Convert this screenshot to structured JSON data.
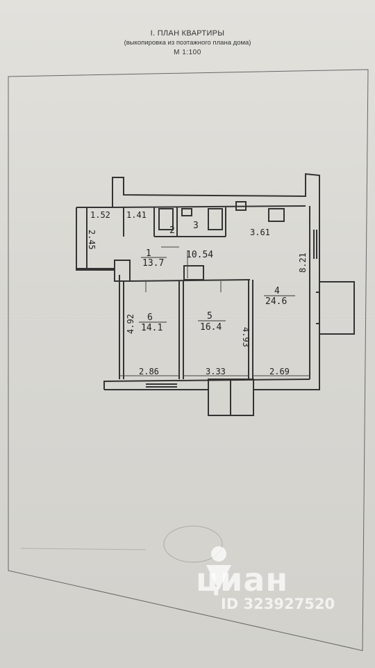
{
  "document": {
    "title": "I. ПЛАН КВАРТИРЫ",
    "subtitle": "(выкопировка из поэтажного плана дома)",
    "scale": "М 1:100"
  },
  "rooms": [
    {
      "number": "1",
      "area": "13.7"
    },
    {
      "number": "2",
      "area": ""
    },
    {
      "number": "3",
      "area": "10.54"
    },
    {
      "number": "4",
      "area": "24.6"
    },
    {
      "number": "5",
      "area": "16.4"
    },
    {
      "number": "6",
      "area": "14.1"
    }
  ],
  "dimensions": {
    "d152": "1.52",
    "d141": "1.41",
    "d245": "2.45",
    "d361": "3.61",
    "d821": "8.21",
    "d492": "4.92",
    "d493": "4.93",
    "d286": "2.86",
    "d333": "3.33",
    "d269": "2.69"
  },
  "watermark": {
    "brand": "циан",
    "id": "ID 323927520"
  }
}
